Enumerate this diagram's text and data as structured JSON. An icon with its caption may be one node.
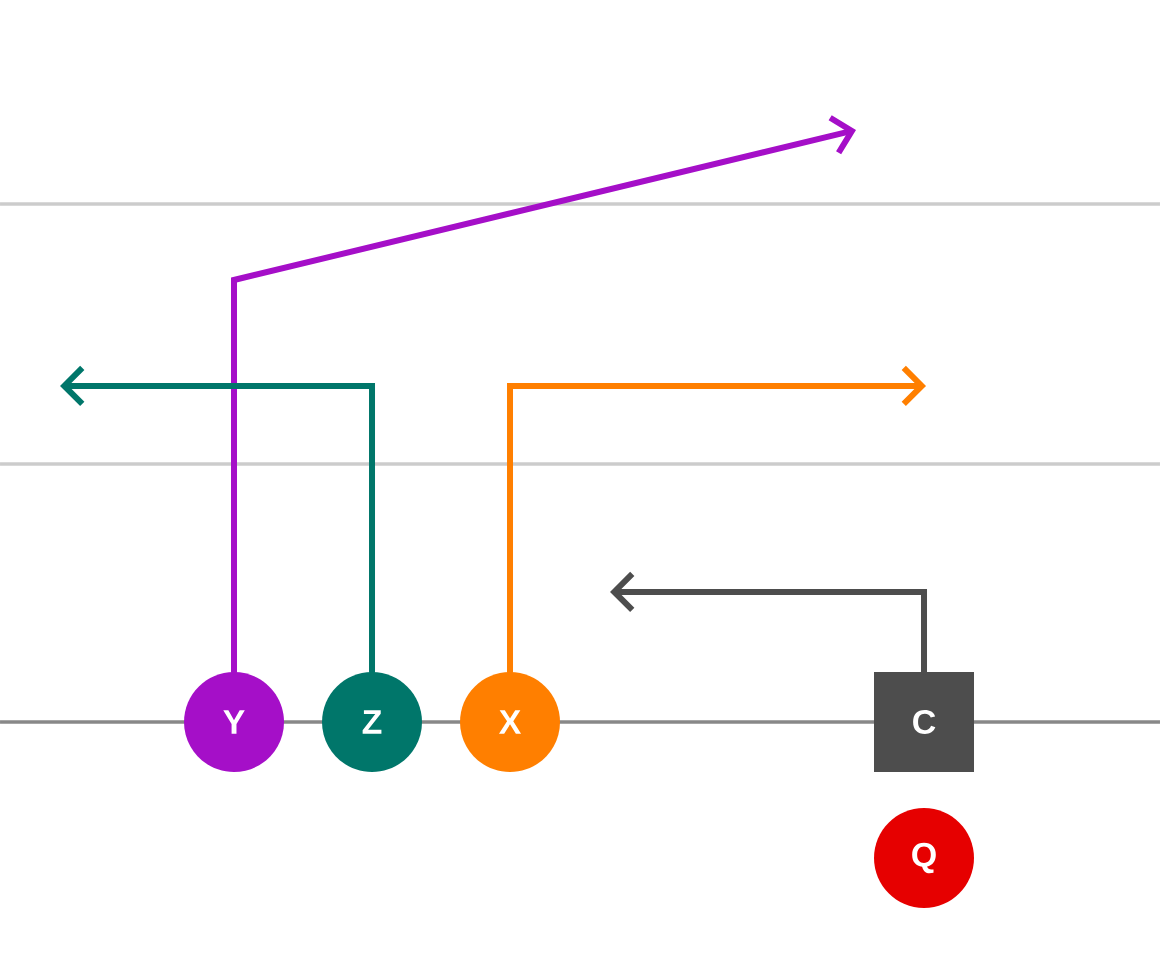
{
  "diagram": {
    "nodes": [
      {
        "text": [
          "Y"
        ]
      },
      {
        "text": [
          "Z"
        ]
      },
      {
        "text": [
          "X"
        ]
      },
      {
        "text": [
          "C"
        ]
      },
      {
        "text": [
          "Q"
        ]
      }
    ],
    "edges": [
      {
        "from": 0,
        "to": null,
        "arrow": "to",
        "color": "#a50fc8"
      },
      {
        "from": 1,
        "to": null,
        "arrow": "to",
        "color": "#00766a"
      },
      {
        "from": 2,
        "to": null,
        "arrow": "to",
        "color": "#ff7f00"
      },
      {
        "from": 3,
        "to": null,
        "arrow": "to",
        "color": "#4d4d4d"
      }
    ]
  }
}
